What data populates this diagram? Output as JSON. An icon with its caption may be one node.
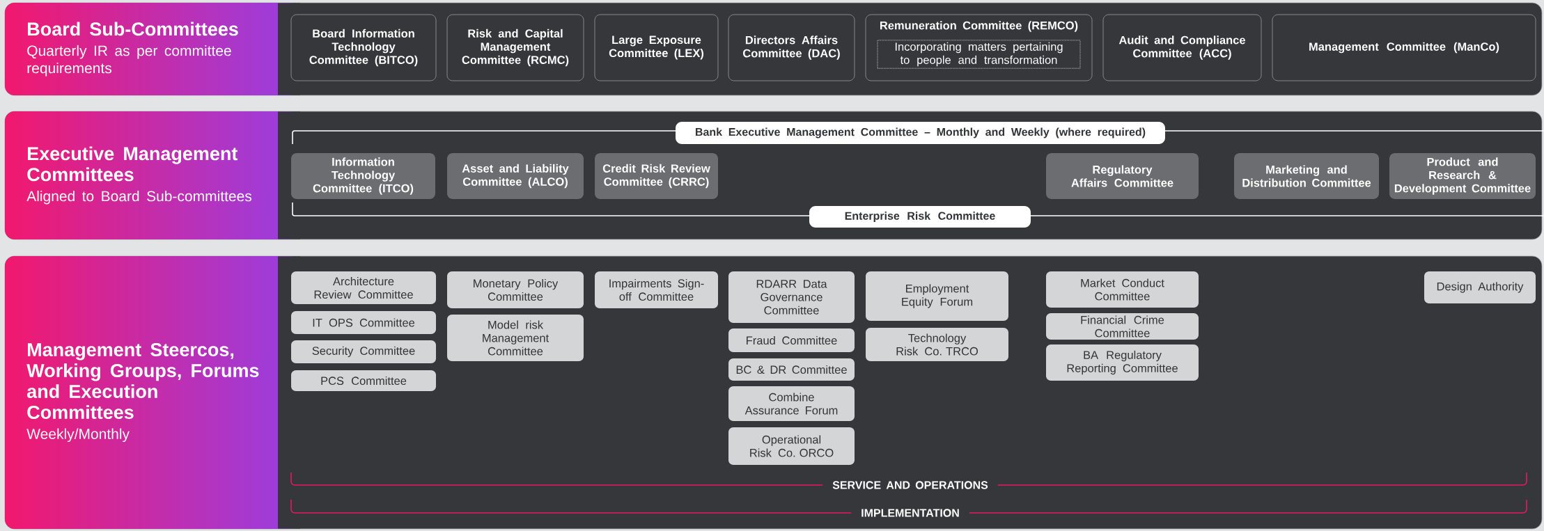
{
  "diagram": {
    "nodes": [
      {
        "text": [
          "Board Sub-Committees",
          "Quarterly IR as per committee requirements"
        ]
      },
      {
        "text": [
          "Board Information Technology Committee (BITCO)"
        ],
        "in": 0
      },
      {
        "text": [
          "Risk and Capital Management Committee (RCMC)"
        ],
        "in": 0
      },
      {
        "text": [
          "Large Exposure Committee (LEX)"
        ],
        "in": 0
      },
      {
        "text": [
          "Directors Affairs Committee (DAC)"
        ],
        "in": 0
      },
      {
        "text": [
          "Remuneration Committee (REMCO)",
          "Incorporating matters pertaining to people and transformation"
        ],
        "in": 0
      },
      {
        "text": [
          "Audit and Compliance Committee (ACC)"
        ],
        "in": 0
      },
      {
        "text": [
          "Management Committee (ManCo)"
        ],
        "in": 0
      },
      {
        "text": [
          "Executive Management Committees",
          "Aligned to Board Sub-committees"
        ]
      },
      {
        "text": [
          "Bank Executive Management Committee – Monthly and Weekly (where required)"
        ],
        "in": 8
      },
      {
        "text": [
          "Information Technology Committee (ITCO)"
        ],
        "in": 8
      },
      {
        "text": [
          "Asset and Liability Committee (ALCO)"
        ],
        "in": 8
      },
      {
        "text": [
          "Credit Risk Review Committee (CRRC)"
        ],
        "in": 8
      },
      {
        "text": [
          "Regulatory Affairs Committee"
        ],
        "in": 8
      },
      {
        "text": [
          "Marketing and Distribution Committee"
        ],
        "in": 8
      },
      {
        "text": [
          "Product and Research & Development Committee"
        ],
        "in": 8
      },
      {
        "text": [
          "Enterprise Risk Committee"
        ],
        "in": 8
      },
      {
        "text": [
          "Management Steercos, Working Groups, Forums and Execution Committees",
          "Weekly/Monthly"
        ]
      },
      {
        "text": [
          "Architecture Review Committee"
        ],
        "in": 17
      },
      {
        "text": [
          "IT OPS Committee"
        ],
        "in": 17
      },
      {
        "text": [
          "Security Committee"
        ],
        "in": 17
      },
      {
        "text": [
          "PCS Committee"
        ],
        "in": 17
      },
      {
        "text": [
          "Monetary Policy Committee"
        ],
        "in": 17
      },
      {
        "text": [
          "Model risk Management Committee"
        ],
        "in": 17
      },
      {
        "text": [
          "Impairments Sign-off Committee"
        ],
        "in": 17
      },
      {
        "text": [
          "RDARR Data Governance Committee"
        ],
        "in": 17
      },
      {
        "text": [
          "Fraud Committee"
        ],
        "in": 17
      },
      {
        "text": [
          "BC & DR Committee"
        ],
        "in": 17
      },
      {
        "text": [
          "Combine Assurance Forum"
        ],
        "in": 17
      },
      {
        "text": [
          "Operational Risk Co. ORCO"
        ],
        "in": 17
      },
      {
        "text": [
          "Employment Equity Forum"
        ],
        "in": 17
      },
      {
        "text": [
          "Technology Risk Co. TRCO"
        ],
        "in": 17
      },
      {
        "text": [
          "Market Conduct Committee"
        ],
        "in": 17
      },
      {
        "text": [
          "Financial Crime Committee"
        ],
        "in": 17
      },
      {
        "text": [
          "BA Regulatory Reporting Committee"
        ],
        "in": 17
      },
      {
        "text": [
          "Design Authority"
        ],
        "in": 17
      }
    ],
    "labels": [
      "SERVICE AND OPERATIONS",
      "IMPLEMENTATION"
    ]
  }
}
